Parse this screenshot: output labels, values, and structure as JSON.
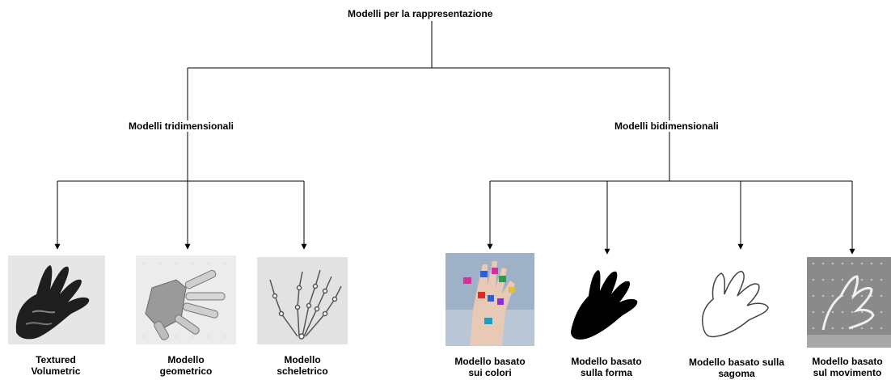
{
  "root": {
    "label": "Modelli per la rappresentazione"
  },
  "branches": [
    {
      "label": "Modelli tridimensionali",
      "children": [
        {
          "caption_line1": "Textured",
          "caption_line2": "Volumetric",
          "icon": "textured-hand-photo"
        },
        {
          "caption_line1": "Modello",
          "caption_line2": "geometrico",
          "icon": "geometric-hand-render"
        },
        {
          "caption_line1": "Modello",
          "caption_line2": "scheletrico",
          "icon": "skeletal-hand-drawing"
        }
      ]
    },
    {
      "label": "Modelli bidimensionali",
      "children": [
        {
          "caption_line1": "Modello basato",
          "caption_line2": "sui colori",
          "icon": "colored-marker-hand-photo"
        },
        {
          "caption_line1": "Modello basato",
          "caption_line2": "sulla forma",
          "icon": "hand-silhouette"
        },
        {
          "caption_line1": "Modello basato sulla",
          "caption_line2": "sagoma",
          "icon": "hand-outline"
        },
        {
          "caption_line1": "Modello basato",
          "caption_line2": "sul movimento",
          "icon": "motion-hand-image"
        }
      ]
    }
  ],
  "colors": {
    "line": "#000000",
    "background": "#ffffff",
    "skin": "#e8c9b5"
  }
}
